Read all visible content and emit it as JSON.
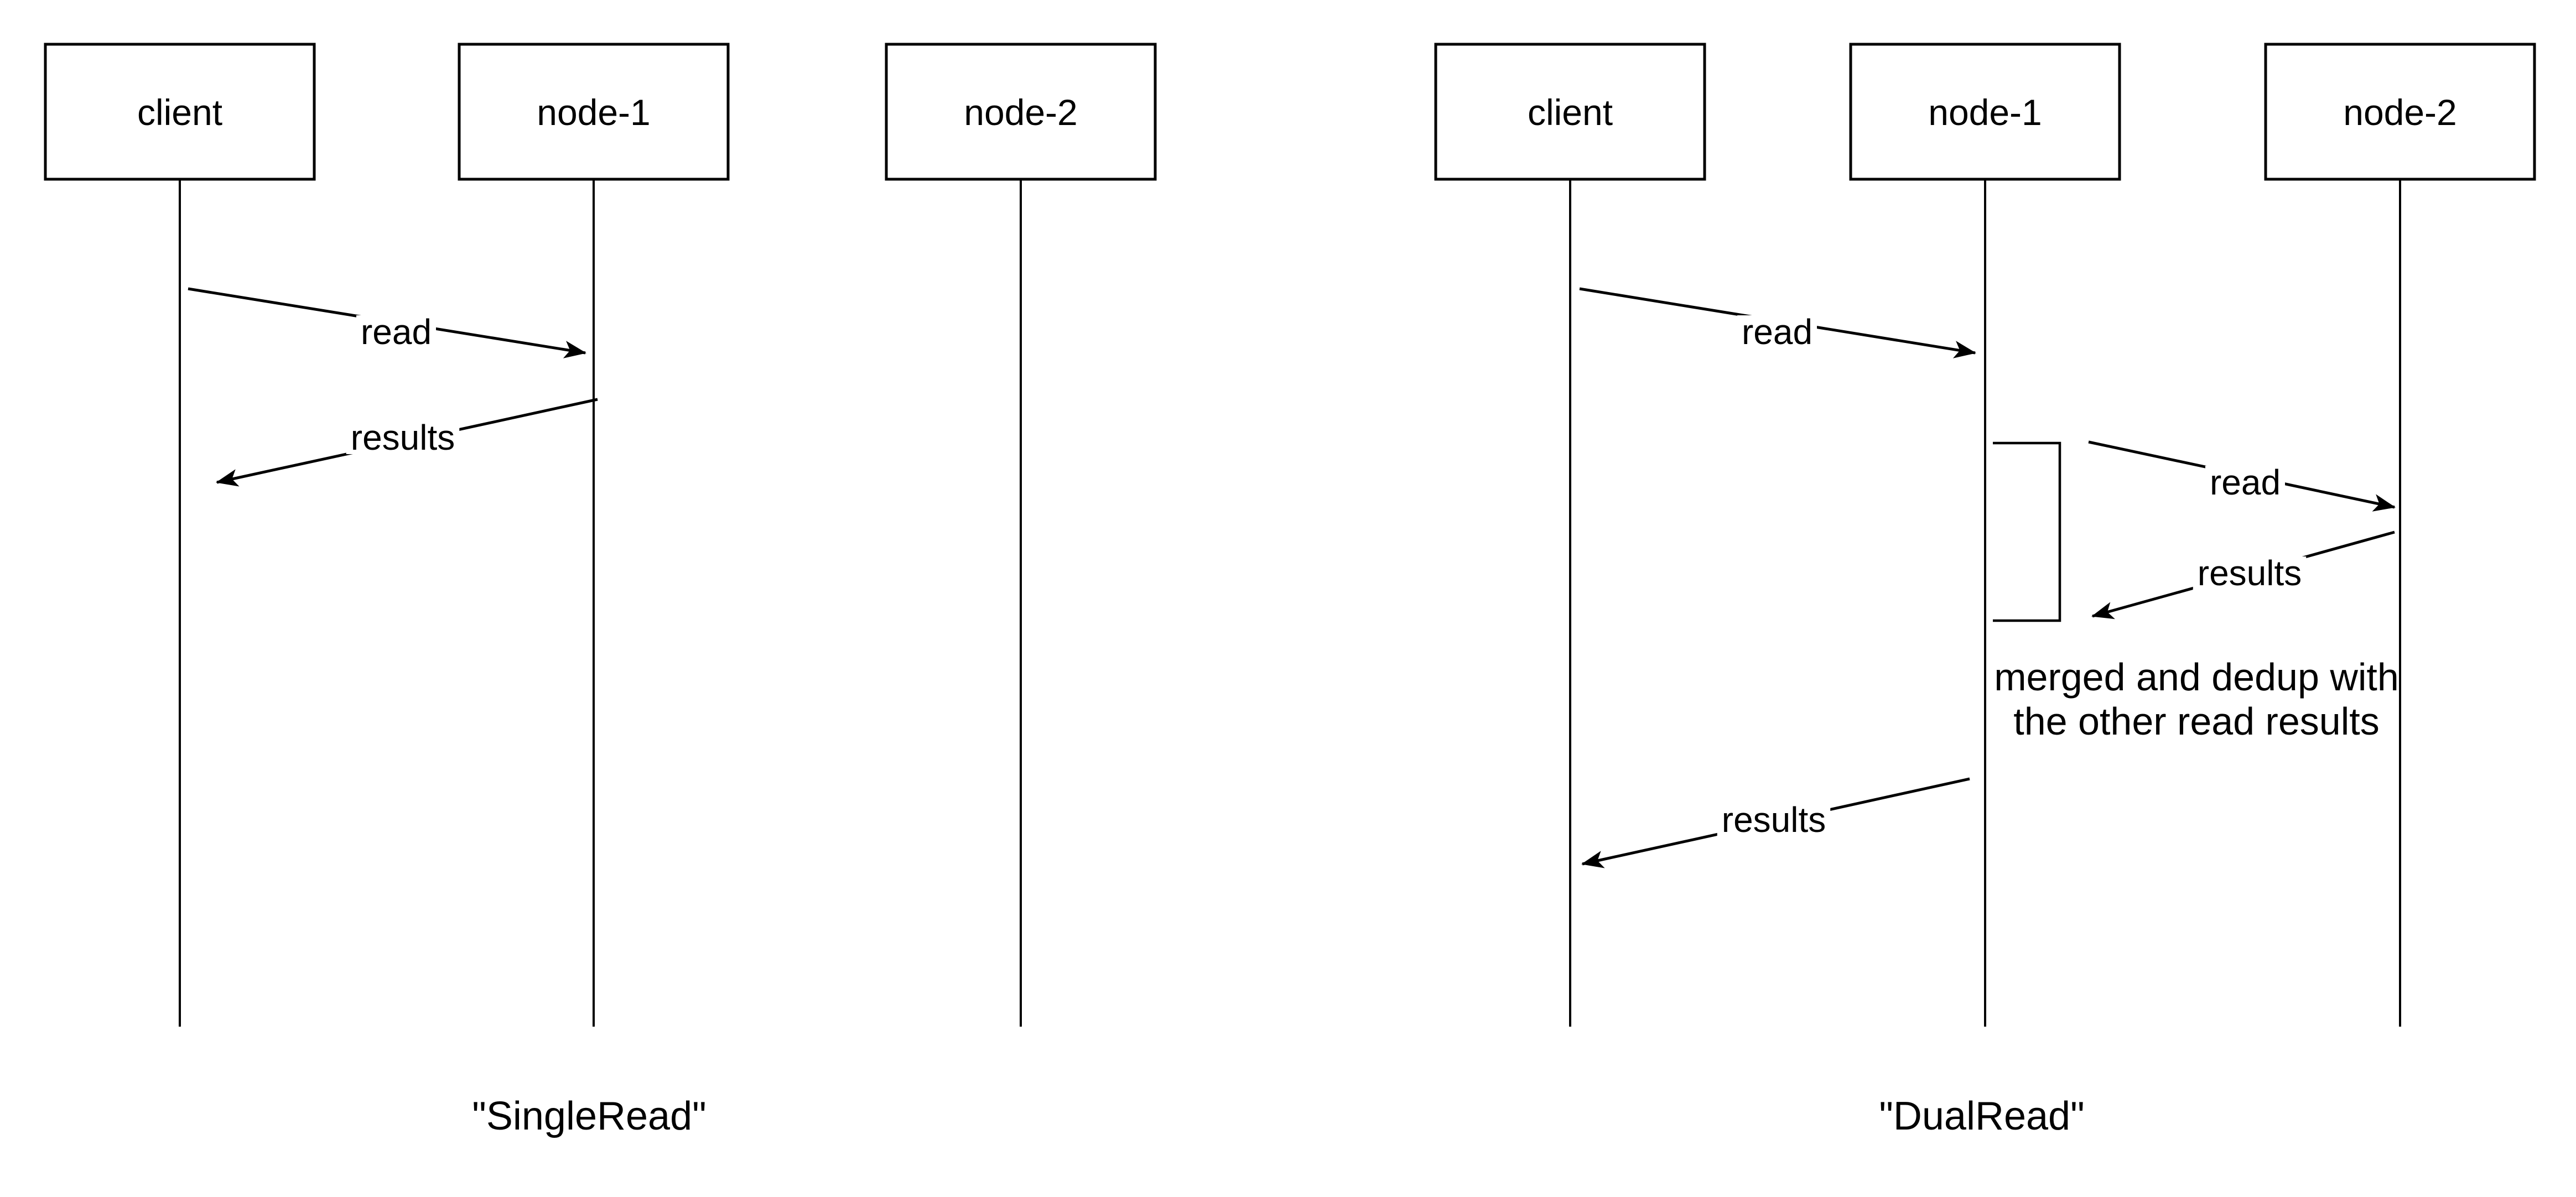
{
  "canvas": {
    "background_color": "#ffffff",
    "stroke_color": "#000000"
  },
  "diagrams": [
    {
      "caption": "\"SingleRead\"",
      "actors": [
        {
          "label": "client"
        },
        {
          "label": "node-1"
        },
        {
          "label": "node-2"
        }
      ],
      "messages": [
        {
          "label": "read",
          "from": "client",
          "to": "node-1"
        },
        {
          "label": "results",
          "from": "node-1",
          "to": "client"
        }
      ]
    },
    {
      "caption": "\"DualRead\"",
      "actors": [
        {
          "label": "client"
        },
        {
          "label": "node-1"
        },
        {
          "label": "node-2"
        }
      ],
      "messages": [
        {
          "label": "read",
          "from": "client",
          "to": "node-1"
        },
        {
          "label": "read",
          "from": "node-1",
          "to": "node-2"
        },
        {
          "label": "results",
          "from": "node-2",
          "to": "node-1"
        },
        {
          "label": "results",
          "from": "node-1",
          "to": "client"
        }
      ],
      "note": {
        "lines": [
          "merged and dedup with",
          "the other read results"
        ]
      }
    }
  ]
}
